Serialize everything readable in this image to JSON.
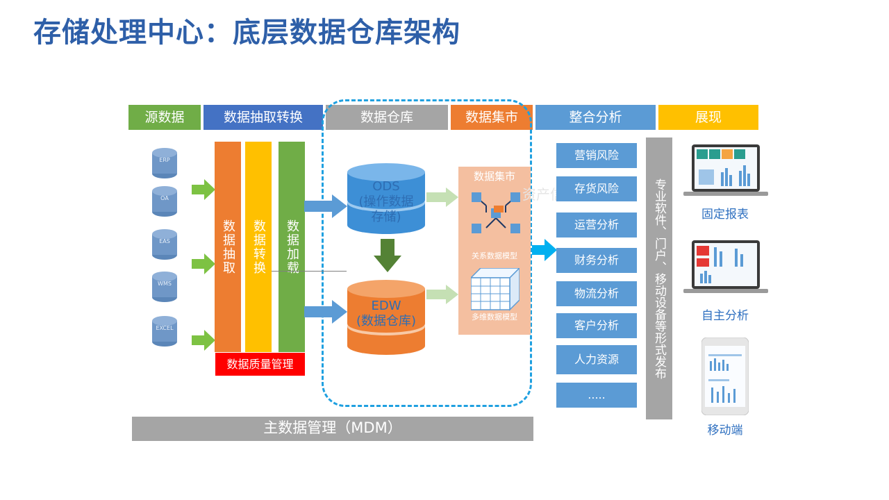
{
  "title": "存储处理中心：底层数据仓库架构",
  "headers": {
    "source": "源数据",
    "etl": "数据抽取转换",
    "dw": "数据仓库",
    "mart": "数据集市",
    "analysis": "整合分析",
    "present": "展现"
  },
  "sources": [
    "ERP",
    "OA",
    "EAS",
    "WMS",
    "EXCEL"
  ],
  "etl_steps": [
    "数据抽取",
    "数据转换",
    "数据加载"
  ],
  "data_quality": "数据质量管理",
  "ods": {
    "line1": "ODS",
    "line2": "(操作数据",
    "line3": "存储)"
  },
  "edw": {
    "line1": "EDW",
    "line2": "(数据仓库)"
  },
  "mart_box": {
    "title": "数据集市",
    "relational": "关系数据模型",
    "cube": "多维数据模型"
  },
  "watermark": "资产信",
  "analysis_items": [
    "营销风险",
    "存货风险",
    "运营分析",
    "财务分析",
    "物流分析",
    "客户分析",
    "人力资源",
    "....."
  ],
  "publish": "专业软件、门户、移动设备等形式发布",
  "present_items": [
    "固定报表",
    "自主分析",
    "移动端"
  ],
  "mdm": "主数据管理（MDM）",
  "colors": {
    "green": "#70ad47",
    "blue_dark": "#4472c4",
    "gray": "#a5a5a5",
    "orange": "#ed7d31",
    "blue": "#5b9bd5",
    "yellow": "#ffc000",
    "red": "#ff0000",
    "title": "#2e5fa8"
  }
}
